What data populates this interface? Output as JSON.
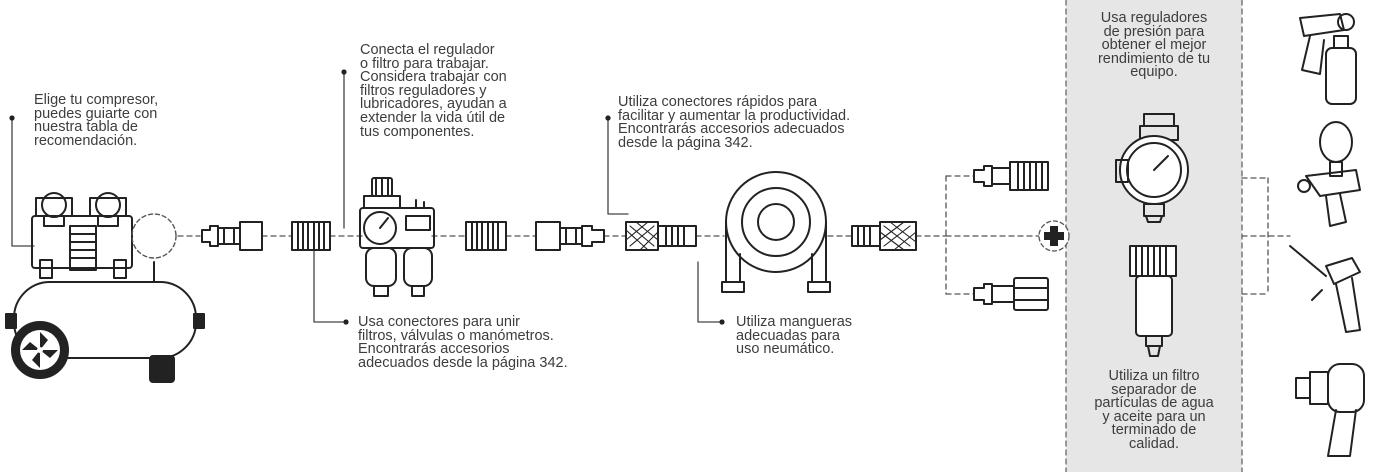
{
  "colors": {
    "ink": "#222222",
    "text": "#3d3d3d",
    "panel": "#e6e6e6",
    "dash": "#555555"
  },
  "notes": {
    "compressor": [
      "Elige tu compresor,",
      "puedes guiarte con",
      "nuestra tabla de",
      "recomendación."
    ],
    "regulator": [
      "Conecta el regulador",
      "o filtro para trabajar.",
      "Considera trabajar con",
      "filtros reguladores y",
      "lubricadores, ayudan a",
      "extender la vida útil de",
      "tus componentes."
    ],
    "connectors": [
      "Usa conectores para unir",
      "filtros, válvulas o manómetros.",
      "Encontrarás accesorios",
      "adecuados desde la página 342."
    ],
    "quick": [
      "Utiliza conectores rápidos para",
      "facilitar y aumentar la productividad.",
      "Encontrarás accesorios adecuados",
      "desde la página 342."
    ],
    "hose": [
      "Utiliza mangueras",
      "adecuadas para",
      "uso neumático."
    ],
    "pressure": [
      "Usa reguladores",
      "de presión para",
      "obtener el mejor",
      "rendimiento de tu",
      "equipo."
    ],
    "filter": [
      "Utiliza un filtro",
      "separador de",
      "partículas de agua",
      "y aceite para un",
      "terminado de",
      "calidad."
    ]
  },
  "icons": {
    "compressor": "air-compressor-icon",
    "frl": "filter-regulator-lubricator-icon",
    "hose": "coiled-hose-icon",
    "plus": "plus-icon",
    "gauge": "pressure-regulator-icon",
    "water_filter": "water-separator-filter-icon",
    "tools": [
      "spray-gun-icon",
      "gravity-spray-gun-icon",
      "blow-gun-icon",
      "impact-wrench-icon"
    ]
  }
}
